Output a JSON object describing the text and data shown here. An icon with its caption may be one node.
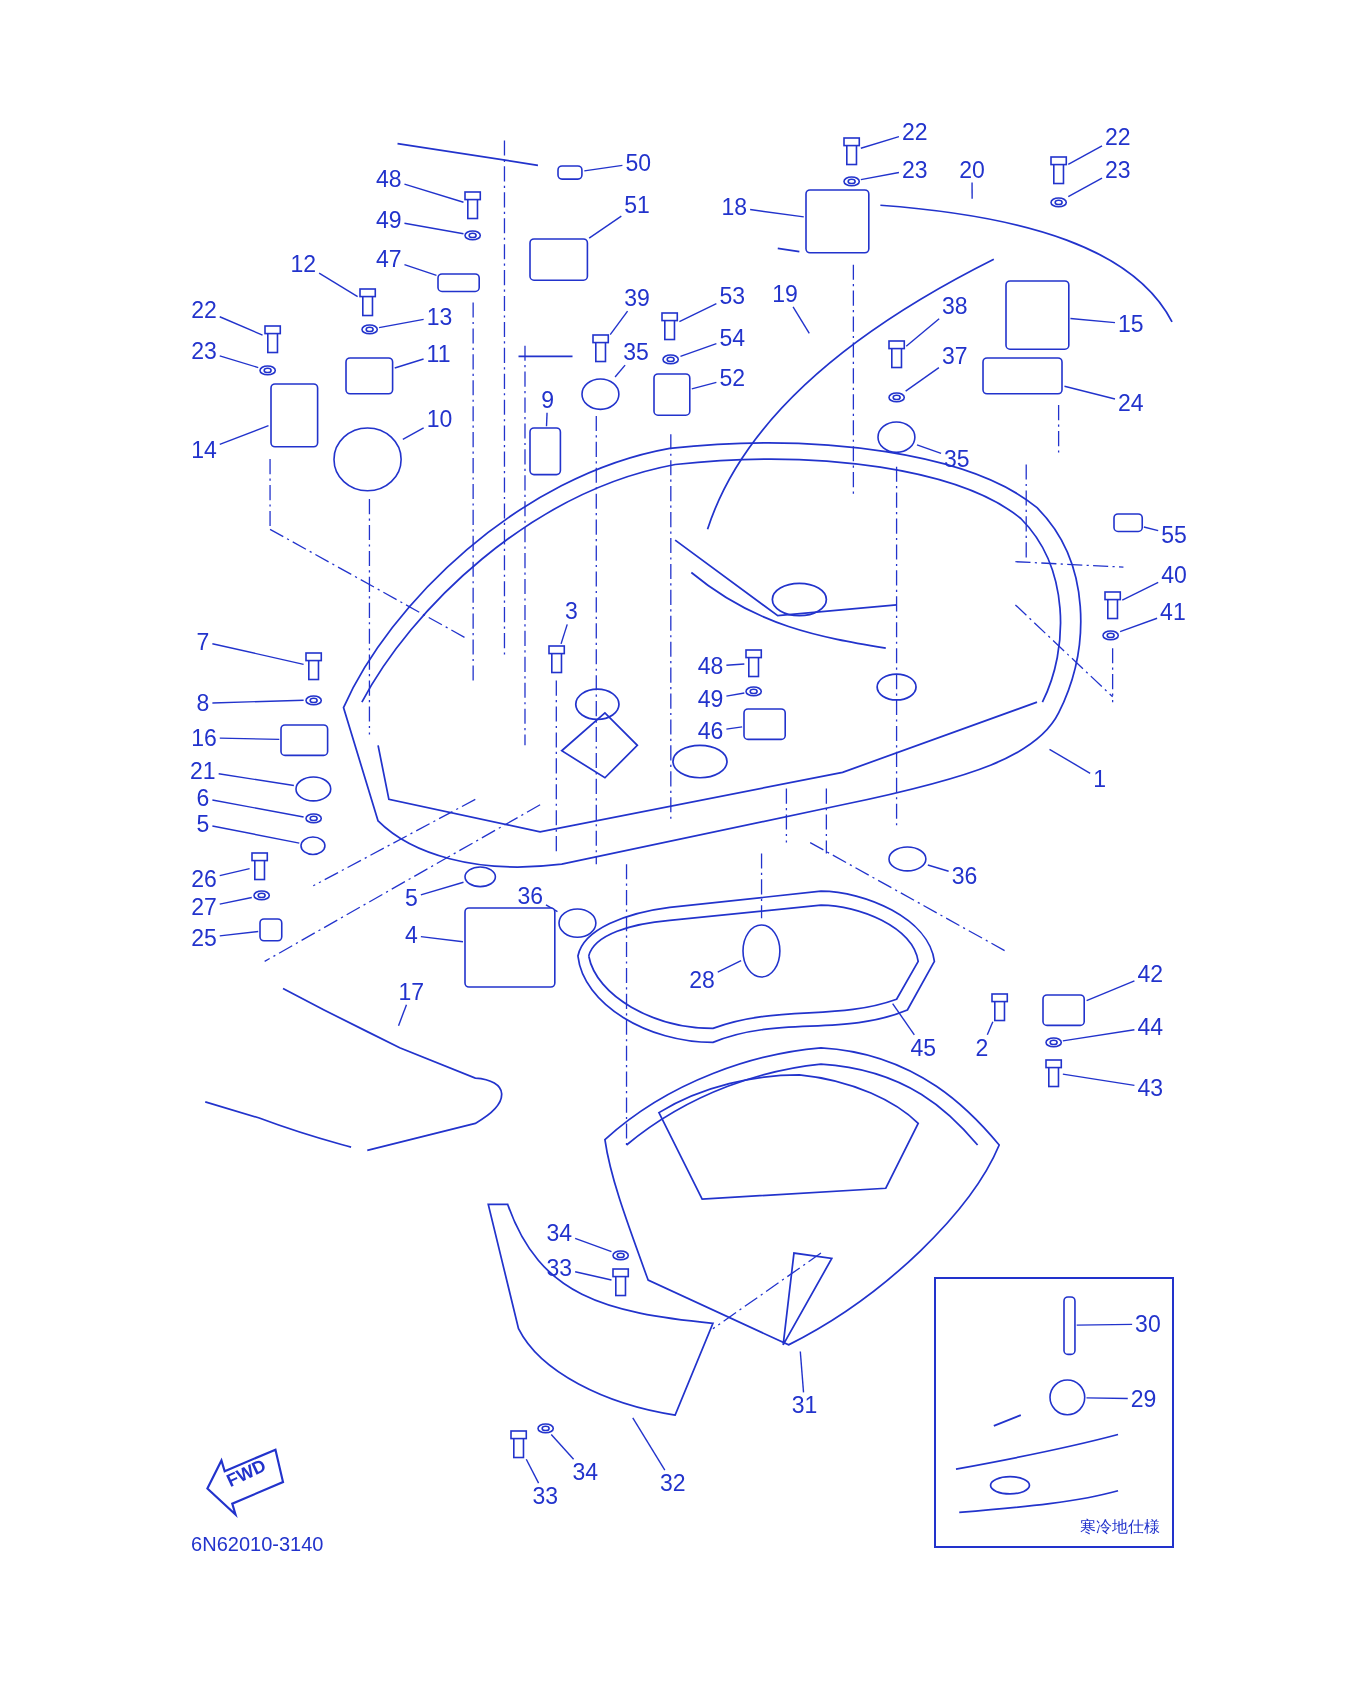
{
  "diagram": {
    "nodes": [
      {
        "text": [
          "50"
        ]
      },
      {
        "text": [
          "48"
        ]
      },
      {
        "text": [
          "49"
        ]
      },
      {
        "text": [
          "47"
        ]
      },
      {
        "text": [
          "51"
        ]
      },
      {
        "text": [
          "12"
        ]
      },
      {
        "text": [
          "13"
        ]
      },
      {
        "text": [
          "11"
        ]
      },
      {
        "text": [
          "22"
        ]
      },
      {
        "text": [
          "23"
        ]
      },
      {
        "text": [
          "14"
        ]
      },
      {
        "text": [
          "10"
        ]
      },
      {
        "text": [
          "39"
        ]
      },
      {
        "text": [
          "53"
        ]
      },
      {
        "text": [
          "35"
        ]
      },
      {
        "text": [
          "54"
        ]
      },
      {
        "text": [
          "52"
        ]
      },
      {
        "text": [
          "9"
        ]
      },
      {
        "text": [
          "22"
        ]
      },
      {
        "text": [
          "23"
        ]
      },
      {
        "text": [
          "18"
        ]
      },
      {
        "text": [
          "20"
        ]
      },
      {
        "text": [
          "22"
        ]
      },
      {
        "text": [
          "23"
        ]
      },
      {
        "text": [
          "19"
        ]
      },
      {
        "text": [
          "38"
        ]
      },
      {
        "text": [
          "15"
        ]
      },
      {
        "text": [
          "37"
        ]
      },
      {
        "text": [
          "24"
        ]
      },
      {
        "text": [
          "35"
        ]
      },
      {
        "text": [
          "55"
        ]
      },
      {
        "text": [
          "40"
        ]
      },
      {
        "text": [
          "41"
        ]
      },
      {
        "text": [
          "7"
        ]
      },
      {
        "text": [
          "8"
        ]
      },
      {
        "text": [
          "16"
        ]
      },
      {
        "text": [
          "21"
        ]
      },
      {
        "text": [
          "6"
        ]
      },
      {
        "text": [
          "5"
        ]
      },
      {
        "text": [
          "26"
        ]
      },
      {
        "text": [
          "27"
        ]
      },
      {
        "text": [
          "25"
        ]
      },
      {
        "text": [
          "3"
        ]
      },
      {
        "text": [
          "48"
        ]
      },
      {
        "text": [
          "49"
        ]
      },
      {
        "text": [
          "46"
        ]
      },
      {
        "text": [
          "1"
        ]
      },
      {
        "text": [
          "36"
        ]
      },
      {
        "text": [
          "5"
        ]
      },
      {
        "text": [
          "36"
        ]
      },
      {
        "text": [
          "4"
        ]
      },
      {
        "text": [
          "17"
        ]
      },
      {
        "text": [
          "28"
        ]
      },
      {
        "text": [
          "45"
        ]
      },
      {
        "text": [
          "2"
        ]
      },
      {
        "text": [
          "42"
        ]
      },
      {
        "text": [
          "44"
        ]
      },
      {
        "text": [
          "43"
        ]
      },
      {
        "text": [
          "34"
        ]
      },
      {
        "text": [
          "33"
        ]
      },
      {
        "text": [
          "31"
        ]
      },
      {
        "text": [
          "32"
        ]
      },
      {
        "text": [
          "34"
        ]
      },
      {
        "text": [
          "33"
        ]
      },
      {
        "text": [
          "寒冷地仕様"
        ]
      },
      {
        "text": [
          "30"
        ],
        "in": 64
      },
      {
        "text": [
          "29"
        ],
        "in": 64
      },
      {
        "text": [],
        "shape": "box"
      },
      {
        "text": [],
        "shape": "picture"
      },
      {
        "text": [],
        "shape": "picture"
      },
      {
        "text": [],
        "shape": "box"
      },
      {
        "text": [],
        "shape": "box"
      },
      {
        "text": [],
        "shape": "picture"
      },
      {
        "text": [],
        "shape": "picture"
      },
      {
        "text": [],
        "shape": "box"
      },
      {
        "text": [],
        "shape": "picture"
      },
      {
        "text": [],
        "shape": "picture"
      },
      {
        "text": [],
        "shape": "box"
      },
      {
        "text": [],
        "shape": "circle"
      },
      {
        "text": [],
        "shape": "picture"
      },
      {
        "text": [],
        "shape": "picture"
      },
      {
        "text": [],
        "shape": "circle"
      },
      {
        "text": [],
        "shape": "picture"
      },
      {
        "text": [],
        "shape": "box"
      },
      {
        "text": [],
        "shape": "box"
      },
      {
        "text": [],
        "shape": "picture"
      },
      {
        "text": [],
        "shape": "picture"
      },
      {
        "text": [],
        "shape": "box"
      },
      {
        "text": [],
        "shape": "picture"
      },
      {
        "text": [],
        "shape": "picture"
      },
      {
        "text": [],
        "shape": "picture"
      },
      {
        "text": [],
        "shape": "box"
      },
      {
        "text": [],
        "shape": "picture"
      },
      {
        "text": [],
        "shape": "box"
      },
      {
        "text": [],
        "shape": "circle"
      },
      {
        "text": [],
        "shape": "box"
      },
      {
        "text": [],
        "shape": "picture"
      },
      {
        "text": [],
        "shape": "picture"
      },
      {
        "text": [],
        "shape": "picture"
      },
      {
        "text": [],
        "shape": "picture"
      },
      {
        "text": [],
        "shape": "box"
      },
      {
        "text": [],
        "shape": "circle"
      },
      {
        "text": [],
        "shape": "picture"
      },
      {
        "text": [],
        "shape": "circle"
      },
      {
        "text": [],
        "shape": "picture"
      },
      {
        "text": [],
        "shape": "picture"
      },
      {
        "text": [],
        "shape": "box"
      },
      {
        "text": [],
        "shape": "picture"
      },
      {
        "text": [],
        "shape": "picture"
      },
      {
        "text": [],
        "shape": "picture"
      },
      {
        "text": [],
        "shape": "box"
      },
      {
        "text": [],
        "shape": "circle"
      },
      {
        "text": [],
        "shape": "circle"
      },
      {
        "text": [],
        "shape": "circle"
      },
      {
        "text": [],
        "shape": "box"
      },
      {
        "text": [],
        "shape": "circle"
      },
      {
        "text": [],
        "shape": "picture"
      },
      {
        "text": [],
        "shape": "box"
      },
      {
        "text": [],
        "shape": "picture"
      },
      {
        "text": [],
        "shape": "picture"
      },
      {
        "text": [],
        "shape": "picture"
      },
      {
        "text": [],
        "shape": "picture"
      },
      {
        "text": [],
        "shape": "picture"
      },
      {
        "text": [],
        "shape": "picture"
      },
      {
        "text": [],
        "shape": "box",
        "in": 64
      },
      {
        "text": [],
        "shape": "circle",
        "in": 64
      }
    ],
    "edges": [
      {
        "from": 0,
        "to": 67,
        "arrow": "none"
      },
      {
        "from": 1,
        "to": 68,
        "arrow": "none"
      },
      {
        "from": 2,
        "to": 69,
        "arrow": "none"
      },
      {
        "from": 3,
        "to": 70,
        "arrow": "none"
      },
      {
        "from": 4,
        "to": 71,
        "arrow": "none"
      },
      {
        "from": 5,
        "to": 72,
        "arrow": "none"
      },
      {
        "from": 6,
        "to": 73,
        "arrow": "none"
      },
      {
        "from": 7,
        "to": 74,
        "arrow": "none"
      },
      {
        "from": 8,
        "to": 75,
        "arrow": "none"
      },
      {
        "from": 9,
        "to": 76,
        "arrow": "none"
      },
      {
        "from": 10,
        "to": 77,
        "arrow": "none"
      },
      {
        "from": 11,
        "to": 78,
        "arrow": "none"
      },
      {
        "from": 12,
        "to": 79,
        "arrow": "none"
      },
      {
        "from": 13,
        "to": 80,
        "arrow": "none"
      },
      {
        "from": 14,
        "to": 81,
        "arrow": "none"
      },
      {
        "from": 15,
        "to": 82,
        "arrow": "none"
      },
      {
        "from": 16,
        "to": 83,
        "arrow": "none"
      },
      {
        "from": 17,
        "to": 84,
        "arrow": "none"
      },
      {
        "from": 18,
        "to": 85,
        "arrow": "none"
      },
      {
        "from": 19,
        "to": 86,
        "arrow": "none"
      },
      {
        "from": 20,
        "to": 87,
        "arrow": "none"
      },
      {
        "from": 21,
        "to": null,
        "arrow": "none"
      },
      {
        "from": 22,
        "to": 88,
        "arrow": "none"
      },
      {
        "from": 23,
        "to": 89,
        "arrow": "none"
      },
      {
        "from": 24,
        "to": null,
        "arrow": "none"
      },
      {
        "from": 25,
        "to": 90,
        "arrow": "none"
      },
      {
        "from": 26,
        "to": 91,
        "arrow": "none"
      },
      {
        "from": 27,
        "to": 92,
        "arrow": "none"
      },
      {
        "from": 28,
        "to": 93,
        "arrow": "none"
      },
      {
        "from": 29,
        "to": 94,
        "arrow": "none"
      },
      {
        "from": 30,
        "to": 95,
        "arrow": "none"
      },
      {
        "from": 31,
        "to": 96,
        "arrow": "none"
      },
      {
        "from": 32,
        "to": 97,
        "arrow": "none"
      },
      {
        "from": 33,
        "to": 98,
        "arrow": "none"
      },
      {
        "from": 34,
        "to": 99,
        "arrow": "none"
      },
      {
        "from": 35,
        "to": 100,
        "arrow": "none"
      },
      {
        "from": 36,
        "to": 101,
        "arrow": "none"
      },
      {
        "from": 37,
        "to": 102,
        "arrow": "none"
      },
      {
        "from": 38,
        "to": 103,
        "arrow": "none"
      },
      {
        "from": 39,
        "to": 104,
        "arrow": "none"
      },
      {
        "from": 40,
        "to": 105,
        "arrow": "none"
      },
      {
        "from": 41,
        "to": 106,
        "arrow": "none"
      },
      {
        "from": 42,
        "to": 107,
        "arrow": "none"
      },
      {
        "from": 43,
        "to": 108,
        "arrow": "none"
      },
      {
        "from": 44,
        "to": 109,
        "arrow": "none"
      },
      {
        "from": 45,
        "to": 110,
        "arrow": "none"
      },
      {
        "from": 46,
        "to": null,
        "arrow": "none"
      },
      {
        "from": 47,
        "to": 111,
        "arrow": "none"
      },
      {
        "from": 48,
        "to": 112,
        "arrow": "none"
      },
      {
        "from": 49,
        "to": 113,
        "arrow": "none"
      },
      {
        "from": 50,
        "to": 114,
        "arrow": "none"
      },
      {
        "from": 51,
        "to": null,
        "arrow": "none"
      },
      {
        "from": 52,
        "to": 115,
        "arrow": "none"
      },
      {
        "from": 53,
        "to": null,
        "arrow": "none"
      },
      {
        "from": 54,
        "to": 116,
        "arrow": "none"
      },
      {
        "from": 55,
        "to": 117,
        "arrow": "none"
      },
      {
        "from": 56,
        "to": 118,
        "arrow": "none"
      },
      {
        "from": 57,
        "to": 119,
        "arrow": "none"
      },
      {
        "from": 58,
        "to": 120,
        "arrow": "none"
      },
      {
        "from": 59,
        "to": 121,
        "arrow": "none"
      },
      {
        "from": 60,
        "to": null,
        "arrow": "none"
      },
      {
        "from": 61,
        "to": null,
        "arrow": "none"
      },
      {
        "from": 62,
        "to": 122,
        "arrow": "none"
      },
      {
        "from": 63,
        "to": 123,
        "arrow": "none"
      },
      {
        "from": 65,
        "to": 124,
        "arrow": "none"
      },
      {
        "from": 66,
        "to": 125,
        "arrow": "none"
      }
    ],
    "labels": [
      "FWD",
      "6N62010-3140"
    ]
  }
}
